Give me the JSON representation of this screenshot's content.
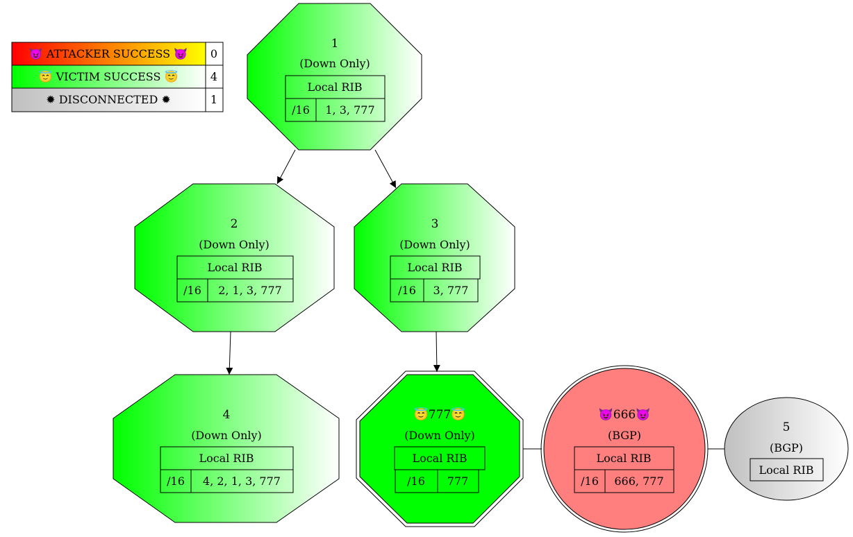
{
  "legend": {
    "rows": [
      {
        "label": "😈 ATTACKER SUCCESS 😈",
        "count": "0",
        "gradient_from": "#ff0000",
        "gradient_to": "#ffff00"
      },
      {
        "label": "😇 VICTIM SUCCESS 😇",
        "count": "4",
        "gradient_from": "#00ff00",
        "gradient_to": "#ffffff"
      },
      {
        "label": "✹ DISCONNECTED ✹",
        "count": "1",
        "gradient_from": "#c0c0c0",
        "gradient_to": "#ffffff"
      }
    ]
  },
  "nodes": {
    "n1": {
      "title": "1",
      "subtitle": "(Down Only)",
      "rib_header": "Local RIB",
      "prefix": "/16",
      "path": "1, 3, 777"
    },
    "n2": {
      "title": "2",
      "subtitle": "(Down Only)",
      "rib_header": "Local RIB",
      "prefix": "/16",
      "path": "2, 1, 3, 777"
    },
    "n3": {
      "title": "3",
      "subtitle": "(Down Only)",
      "rib_header": "Local RIB",
      "prefix": "/16",
      "path": "3, 777"
    },
    "n4": {
      "title": "4",
      "subtitle": "(Down Only)",
      "rib_header": "Local RIB",
      "prefix": "/16",
      "path": "4, 2, 1, 3, 777"
    },
    "victim": {
      "title": "😇777😇",
      "subtitle": "(Down Only)",
      "rib_header": "Local RIB",
      "prefix": "/16",
      "path": "777"
    },
    "attacker": {
      "title": "😈666😈",
      "subtitle": "(BGP)",
      "rib_header": "Local RIB",
      "prefix": "/16",
      "path": "666, 777"
    },
    "n5": {
      "title": "5",
      "subtitle": "(BGP)",
      "rib_header": "Local RIB"
    }
  },
  "colors": {
    "victim_green": "#00ff00",
    "attacker_red": "#ff7f7f",
    "disconnected_gray": "#c0c0c0"
  }
}
